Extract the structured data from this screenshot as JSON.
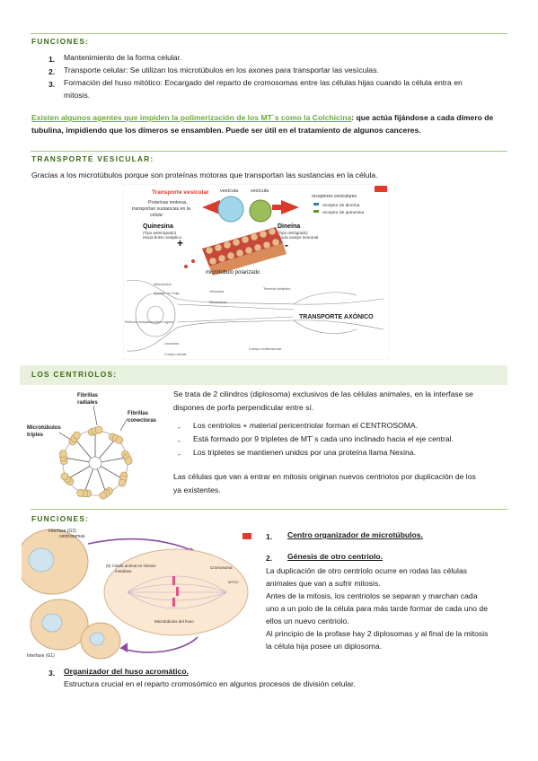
{
  "s1": {
    "title": "FUNCIONES:",
    "items": [
      {
        "num": "1.",
        "text": "Mantenimiento de la forma celular."
      },
      {
        "num": "2.",
        "text": "Transporte celular: Se utilizan los microtúbulos en los axones para transportar las vesículas."
      },
      {
        "num": "3.",
        "text": "Formación del huso mitótico: Encargado del reparto de cromosomas entre las células hijas cuando la célula entra en",
        "text2": "mitosis."
      }
    ],
    "agents_link": "Existen algunos agentes que impiden la polimerización de los MT´s como la Colchicina",
    "agents_rest": ": que actúa fijándose a cada dímero de",
    "agents_line2": "tubulina, impidiendo que los dímeros se ensamblen. Puede ser útil en el tratamiento de algunos canceres."
  },
  "s2": {
    "title": "TRANSPORTE VESICULAR:",
    "intro": "Gracias a los microtúbulos porque son proteínas motoras que transportan las sustancias en la célula.",
    "fig": {
      "title": "Transporte vesicular",
      "motors": "Proteínas motoras,",
      "motors2": "transportan sustancias en la",
      "motors3": "célula:",
      "quinesina": "Quinesina",
      "quin_sub1": "(Tipo anterógrado)",
      "quin_sub2": "Hacia botón sináptico",
      "dineina": "Dineína",
      "din_sub1": "(Tipo retrógrado)",
      "din_sub2": "Hacia cuerpo neuronal",
      "vesicula1": "vesícula",
      "vesicula2": "vesícula",
      "receptores": "receptores vesiculares",
      "rec1": "receptor de dineína",
      "rec2": "receptor de quinesina",
      "plus": "+",
      "minus": "-",
      "mt": "microtúbulo polarizado",
      "axon": "TRANSPORTE AXÓNICO",
      "lbl_mito": "Mitocondria",
      "lbl_golgi": "Aparato de Golgi",
      "lbl_ves": "Vesículas",
      "lbl_mt": "Microtúbulo",
      "lbl_ret": "Retículo endoplasmático rugoso",
      "lbl_lis": "Lisosoma",
      "lbl_cuerpo": "Cuerpo celular",
      "lbl_term": "Terminal sináptico",
      "lbl_multi": "Cuerpo multivesicular"
    }
  },
  "s3": {
    "title": "LOS CENTRIOLOS:",
    "p1a": "Se trata de 2 cilindros (diplosoma) exclusivos de las células animales, en la interfase se",
    "p1b": "dispones de porfa perpendicular entre sí.",
    "bullets": [
      "Los centriolos + material pericentriolar forman el CENTROSOMA.",
      "Está formado por 9 tripletes de MT´s cada uno inclinado hacia el eje central.",
      "Los tripletes se mantienen unidos por una proteína llama Nexina."
    ],
    "p2a": "Las células que van a entrar en mitosis originan nuevos centriolos por duplicación de los",
    "p2b": "ya existentes.",
    "fig": {
      "fibrillas_radiales": "Fibrillas",
      "fibrillas_radiales2": "radiales",
      "fibrillas_conectoras": "Fibrillas",
      "fibrillas_conectoras2": "conectoras",
      "micro": "Microtúbulos",
      "triples": "triples"
    }
  },
  "s4": {
    "title": "FUNCIONES:",
    "i1_num": "1.",
    "i1": "Centro organizador de microtúbulos.",
    "i2_num": "2.",
    "i2": "Génesis de otro centriolo.",
    "p": [
      "La duplicación de otro centriolo ocurre en rodas las células",
      "animales que van a sufrir mitosis.",
      "Antes de la mitosis, los centriolos se separan y marchan cada",
      "uno a un polo de la célula para más tarde formar de cada uno de",
      "ellos un nuevo centriolo.",
      "Al principio de la profase hay 2 diplosomas y al final de la mitosis",
      "la célula hija posee un diplosoma."
    ],
    "i3_num": "3.",
    "i3": "Organizador del huso acromático.",
    "i3_text": "Estructura crucial en el reparto cromosómico en algunos procesos de división celular.",
    "fig": {
      "interfase_g2": "Interfase (G2)",
      "centrosomas": "centrosomas",
      "celula": "(b) Célula animal en mitosis",
      "metafase": "metafase",
      "cromosoma": "Cromosoma",
      "mtoc": "MTOC",
      "micro_huso": "Microtúbulos del huso",
      "interfase_g1": "Interfase (G1)"
    }
  }
}
